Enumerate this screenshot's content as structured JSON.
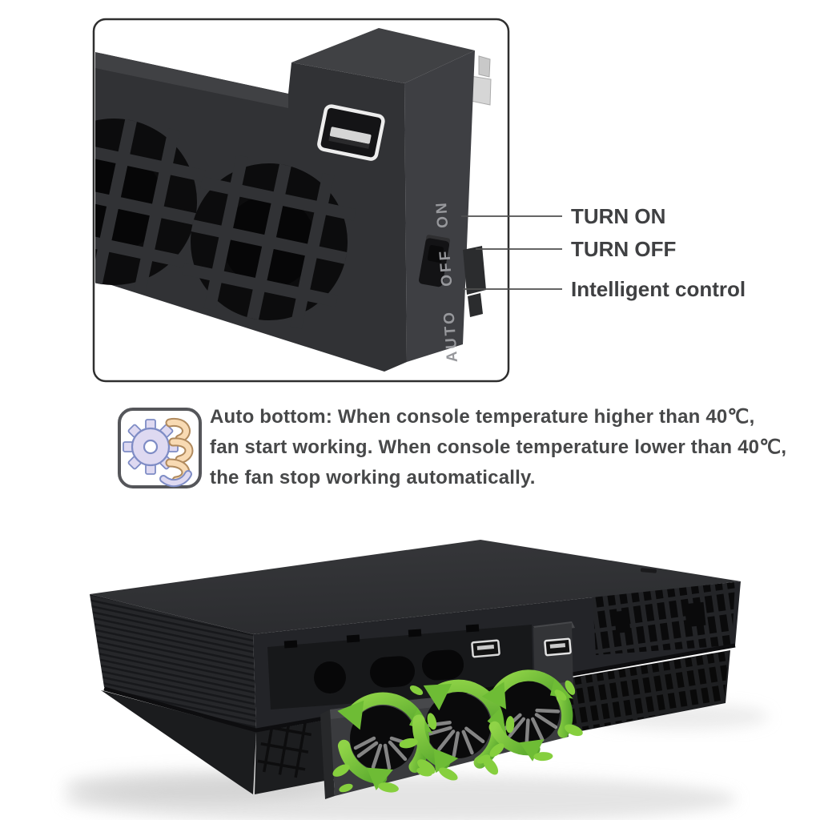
{
  "annotations": {
    "turn_on": "TURN ON",
    "turn_off": "TURN OFF",
    "intelligent_control": "Intelligent control"
  },
  "switch_labels": {
    "auto": "AUTO",
    "off": "OFF",
    "on": "ON"
  },
  "note": {
    "icon": "gear-auto-arrows-icon",
    "line1": "Auto bottom: When console temperature higher than 40℃,",
    "line2": "fan start  working. When console temperature lower than 40℃,",
    "line3": "the fan stop working automatically."
  },
  "colors": {
    "accent_green": "#76c33d",
    "accent_green_light": "#8bd044",
    "label_text": "#3f4042",
    "device_body": "#313235",
    "gear_lavender": "#ded9f1",
    "arrow_peach": "#f8dab3",
    "frame_border": "#2f2f2f"
  }
}
